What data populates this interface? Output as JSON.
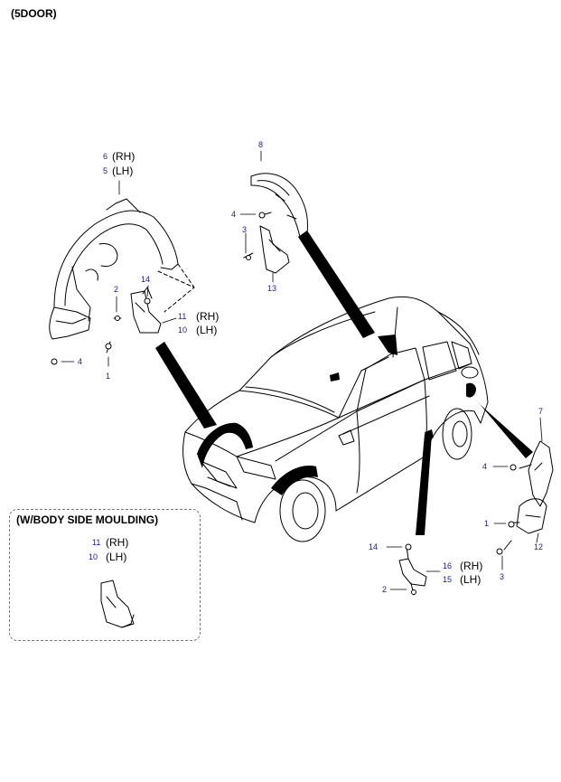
{
  "header": {
    "title": "(5DOOR)"
  },
  "inset": {
    "title": "(W/BODY SIDE MOULDING)",
    "num_11": "11",
    "rh": "(RH)",
    "num_10": "10",
    "lh": "(LH)"
  },
  "callouts": {
    "c6": "6",
    "c6_side": "(RH)",
    "c5": "5",
    "c5_side": "(LH)",
    "c2a": "2",
    "c14a": "14",
    "c11": "11",
    "c11_side": "(RH)",
    "c10": "10",
    "c10_side": "(LH)",
    "c4a": "4",
    "c1a": "1",
    "c8": "8",
    "c4b": "4",
    "c3a": "3",
    "c13": "13",
    "c7": "7",
    "c4c": "4",
    "c1b": "1",
    "c12": "12",
    "c3b": "3",
    "c14b": "14",
    "c16": "16",
    "c16_side": "(RH)",
    "c15": "15",
    "c15_side": "(LH)",
    "c2b": "2"
  },
  "colors": {
    "line": "#000000",
    "label_number": "#1a1aa0",
    "inset_border": "#777777"
  }
}
